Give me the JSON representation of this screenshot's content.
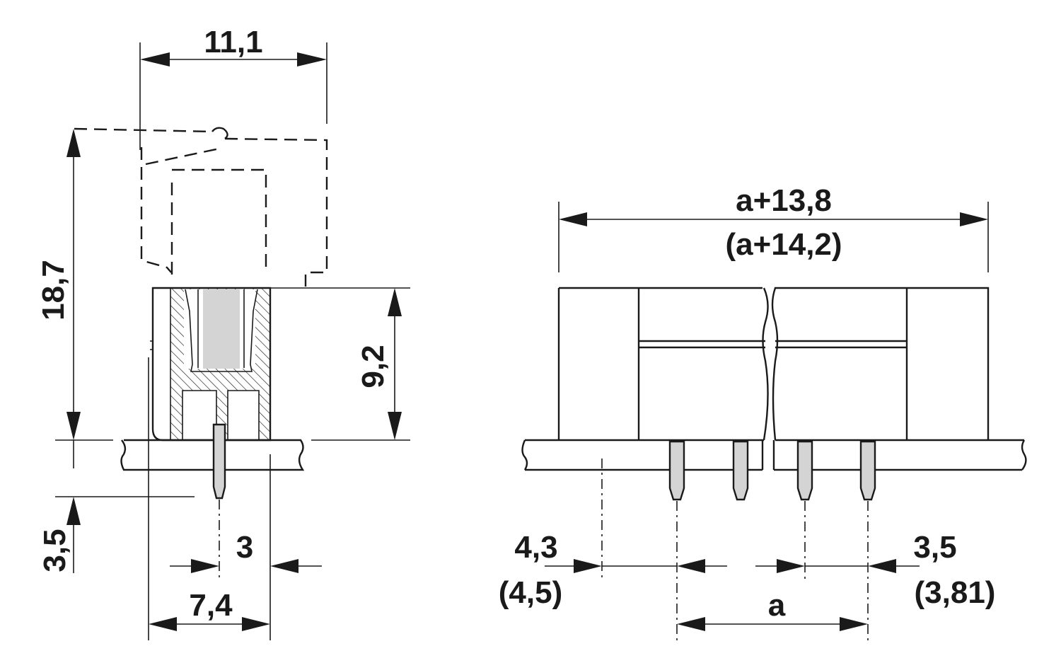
{
  "side_view": {
    "dim_width": "11,1",
    "dim_total_height": "18,7",
    "dim_body_height": "9,2",
    "dim_pin_length": "3,5",
    "dim_pin_offset": "3",
    "dim_footprint": "7,4"
  },
  "front_view": {
    "dim_length": "a+13,8",
    "dim_length_alt": "(a+14,2)",
    "dim_left_offset": "4,3",
    "dim_left_offset_alt": "(4,5)",
    "dim_right_offset": "3,5",
    "dim_right_offset_alt": "(3,81)",
    "dim_pitch": "a"
  },
  "colors": {
    "line": "#1a1a1a",
    "pin_fill": "#d4d4d4",
    "background": "#ffffff"
  }
}
